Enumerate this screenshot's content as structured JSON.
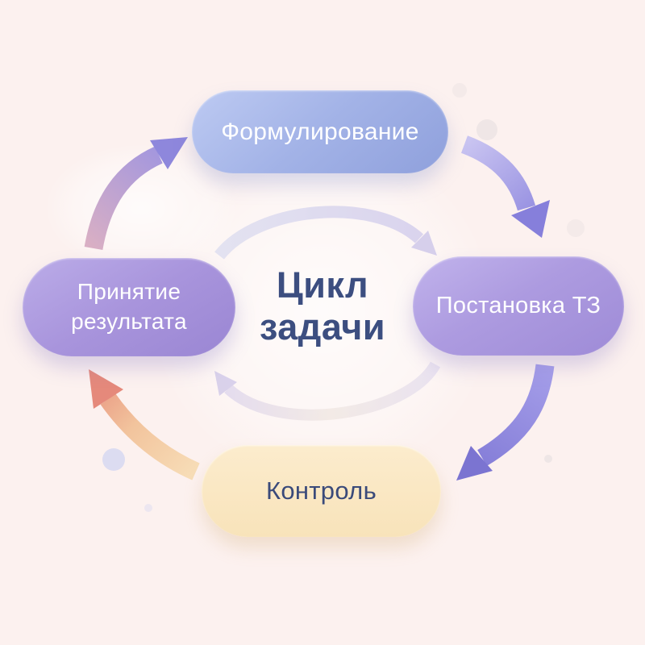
{
  "diagram": {
    "title": "Цикл задачи",
    "nodes": [
      {
        "id": "formulation",
        "label": "Формулирование"
      },
      {
        "id": "spec",
        "label": "Постановка ТЗ"
      },
      {
        "id": "control",
        "label": "Контроль"
      },
      {
        "id": "acceptance",
        "label": "Принятие результата"
      }
    ],
    "flow": [
      "acceptance -> formulation",
      "formulation -> spec",
      "spec -> control",
      "control -> acceptance"
    ]
  },
  "colors": {
    "background": "#fcf1ef",
    "title_text": "#3c4e80",
    "control_text": "#3a4a7a",
    "pill_blue_from": "#bdcaf2",
    "pill_blue_to": "#8fa0dc",
    "pill_purple_from": "#c1b3ec",
    "pill_purple_to": "#9a86d3",
    "pill_cream_from": "#fceccd",
    "pill_cream_to": "#f8e3ba",
    "arrow_lt_from": "#d9afc4",
    "arrow_lt_to": "#9b93e2",
    "arrow_lt_head": "#8e87dc",
    "arrow_rt_from": "#c9c4f1",
    "arrow_rt_to": "#8d86de",
    "arrow_rt_head": "#867fdb",
    "arrow_rb_from": "#a59ee9",
    "arrow_rb_to": "#817ad6",
    "arrow_rb_head": "#7b74d1",
    "arrow_lb_from": "#f7ddb7",
    "arrow_lb_mid": "#f2c49d",
    "arrow_lb_to": "#e89480",
    "arrow_lb_head": "#e5897b",
    "inner_arc_from": "#d2d5ee",
    "inner_arc_to": "#c3bde9",
    "inner_arc_head": "#bdb6e6",
    "inner_arc2_from": "#d6cfeb",
    "inner_arc2_mid": "#e9ded6",
    "inner_arc2_to": "#cdc4e9",
    "inner_arc2_head": "#b7aee2",
    "deco_circle_grey": "#ece4e4",
    "deco_circle_lavender": "#dcdcf1"
  }
}
